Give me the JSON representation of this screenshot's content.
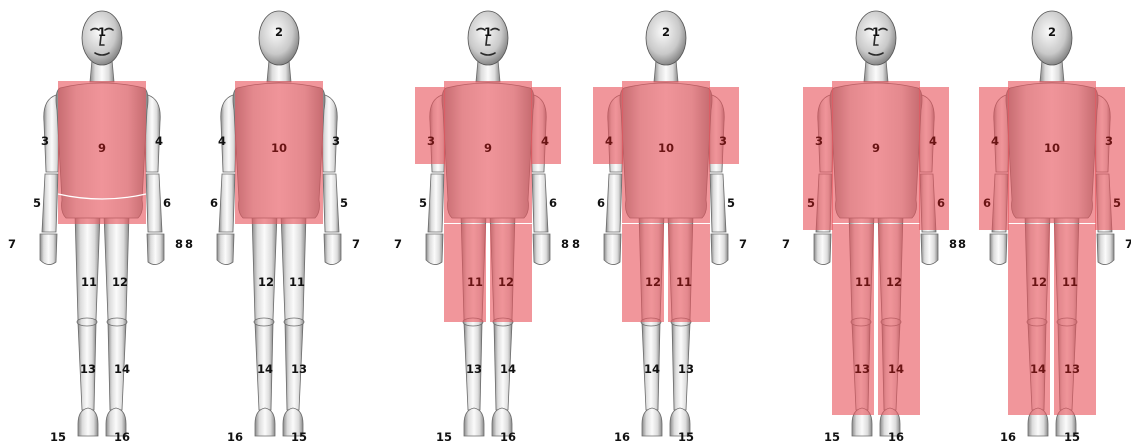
{
  "colors": {
    "highlight": "#e8555d",
    "highlight_opacity": 0.62,
    "body_light": "#f3f3f3",
    "body_dark": "#7f7f7f",
    "label": "#111111"
  },
  "figures": [
    {
      "view": "front",
      "variant": "torso",
      "labels": {
        "head": "1",
        "torso": "9",
        "arm_left": "3",
        "arm_right": "4",
        "forearm_left": "5",
        "forearm_right": "6",
        "hand_left": "7",
        "hand_right": "8",
        "thigh_left": "11",
        "thigh_right": "12",
        "shin_left": "13",
        "shin_right": "14",
        "foot_left": "15",
        "foot_right": "16"
      }
    },
    {
      "view": "back",
      "variant": "torso",
      "labels": {
        "head": "2",
        "torso": "10",
        "arm_left": "4",
        "arm_right": "3",
        "forearm_left": "6",
        "forearm_right": "5",
        "hand_left": "8",
        "hand_right": "7",
        "thigh_left": "12",
        "thigh_right": "11",
        "shin_left": "14",
        "shin_right": "13",
        "foot_left": "16",
        "foot_right": "15"
      }
    },
    {
      "view": "front",
      "variant": "short",
      "labels": {
        "head": "1",
        "torso": "9",
        "arm_left": "3",
        "arm_right": "4",
        "forearm_left": "5",
        "forearm_right": "6",
        "hand_left": "7",
        "hand_right": "8",
        "thigh_left": "11",
        "thigh_right": "12",
        "shin_left": "13",
        "shin_right": "14",
        "foot_left": "15",
        "foot_right": "16"
      }
    },
    {
      "view": "back",
      "variant": "short",
      "labels": {
        "head": "2",
        "torso": "10",
        "arm_left": "4",
        "arm_right": "3",
        "forearm_left": "6",
        "forearm_right": "5",
        "hand_left": "8",
        "hand_right": "7",
        "thigh_left": "12",
        "thigh_right": "11",
        "shin_left": "14",
        "shin_right": "13",
        "foot_left": "16",
        "foot_right": "15"
      }
    },
    {
      "view": "front",
      "variant": "long",
      "labels": {
        "head": "1",
        "torso": "9",
        "arm_left": "3",
        "arm_right": "4",
        "forearm_left": "5",
        "forearm_right": "6",
        "hand_left": "7",
        "hand_right": "8",
        "thigh_left": "11",
        "thigh_right": "12",
        "shin_left": "13",
        "shin_right": "14",
        "foot_left": "15",
        "foot_right": "16"
      }
    },
    {
      "view": "back",
      "variant": "long",
      "labels": {
        "head": "2",
        "torso": "10",
        "arm_left": "4",
        "arm_right": "3",
        "forearm_left": "6",
        "forearm_right": "5",
        "hand_left": "8",
        "hand_right": "7",
        "thigh_left": "12",
        "thigh_right": "11",
        "shin_left": "14",
        "shin_right": "13",
        "foot_left": "16",
        "foot_right": "15"
      }
    }
  ]
}
